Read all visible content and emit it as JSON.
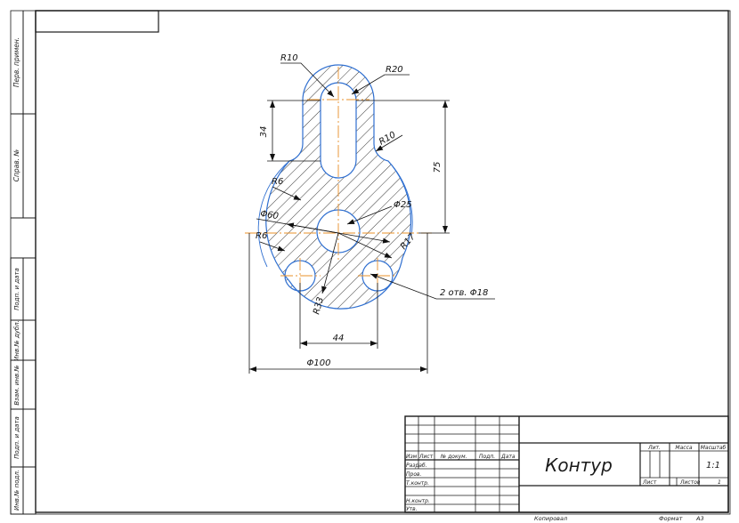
{
  "side_labels": {
    "perv_primen": "Перв. примен.",
    "sprav_no": "Справ. №",
    "podp_data_1": "Подп. и дата",
    "inv_dubl": "Инв.№ дубл.",
    "vzam_inv": "Взам. инв.№",
    "podp_data_2": "Подп. и дата",
    "inv_podl": "Инв.№ подл."
  },
  "dimensions": {
    "r10_top": "R10",
    "r20": "R20",
    "r10_side": "R10",
    "d34": "34",
    "d75": "75",
    "r6_upper": "R6",
    "r6_lower": "R6",
    "phi60": "Φ60",
    "phi25": "Φ25",
    "r17": "R17",
    "r33": "R33",
    "holes": "2 отв. Φ18",
    "d44": "44",
    "phi100": "Φ100"
  },
  "title_block": {
    "name": "Контур",
    "izm": "Изм",
    "list": "Лист",
    "doc_no": "№ докум.",
    "podp": "Подп.",
    "data": "Дата",
    "razrab": "Разраб.",
    "prov": "Пров.",
    "t_kontr": "Т.контр.",
    "n_kontr": "Н.контр.",
    "utv": "Утв.",
    "lit": "Лит.",
    "massa": "Масса",
    "masshtab": "Масштаб",
    "scale_value": "1:1",
    "sheet_label": "Лист",
    "sheets_label": "Листов",
    "sheets_value": "1",
    "kopiroval": "Копировал",
    "format_label": "Формат",
    "format_value": "A3"
  },
  "colors": {
    "frame": "#1a1a1a",
    "contour": "#2f6fd0",
    "centerline": "#e8902a",
    "hatch": "#222222"
  }
}
